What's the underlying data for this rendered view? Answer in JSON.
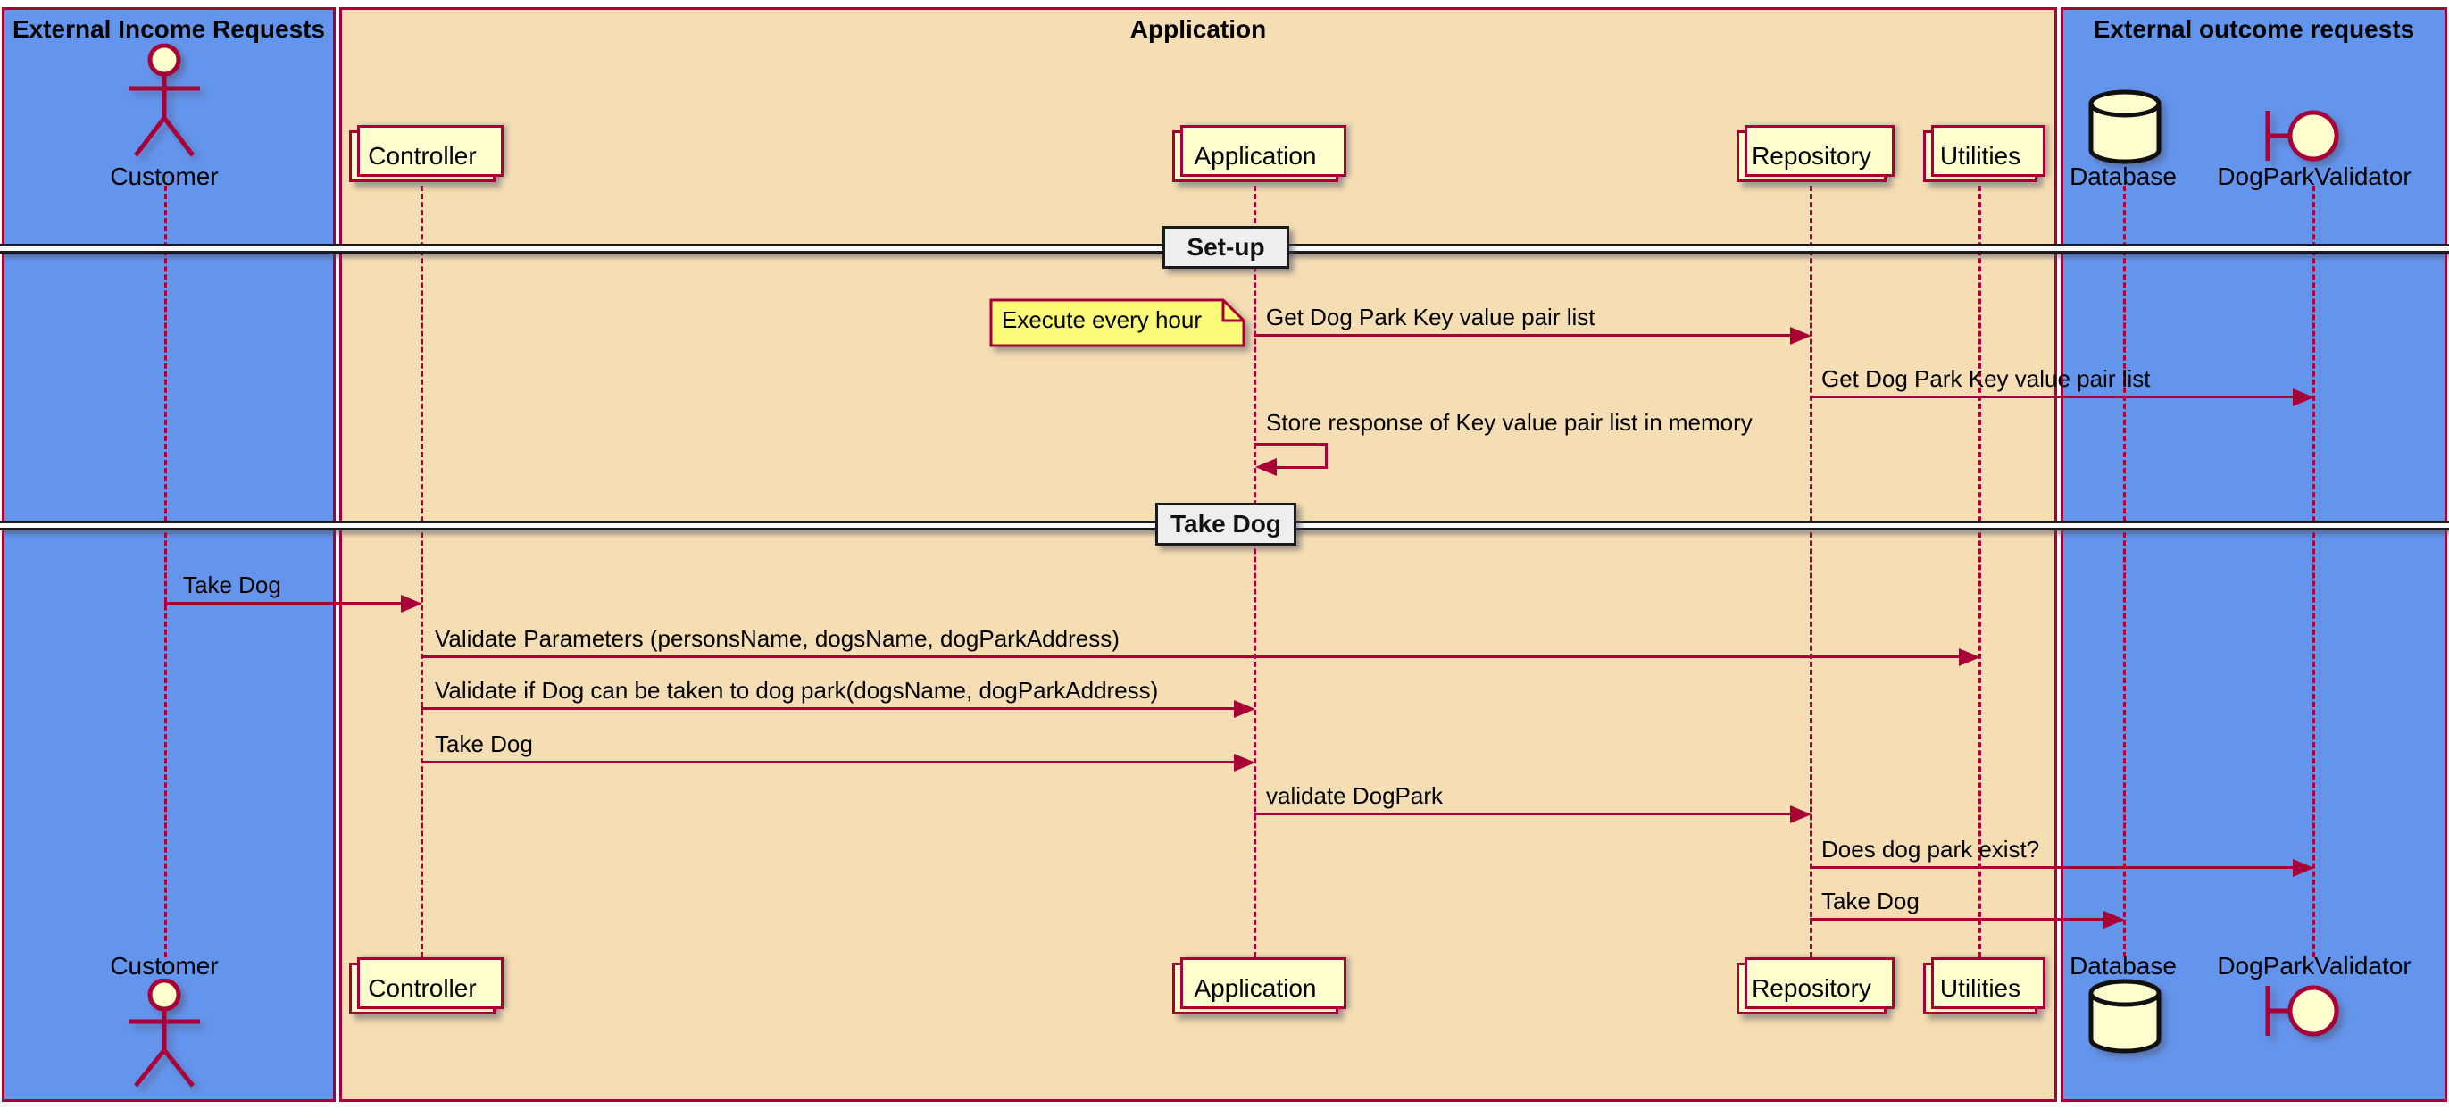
{
  "boxes": {
    "left": {
      "title": "External Income Requests"
    },
    "middle": {
      "title": "Application"
    },
    "right": {
      "title": "External outcome requests"
    }
  },
  "participants": {
    "customer": {
      "label": "Customer",
      "type": "actor"
    },
    "controller": {
      "label": "Controller",
      "type": "collections"
    },
    "application": {
      "label": "Application",
      "type": "collections"
    },
    "repository": {
      "label": "Repository",
      "type": "collections"
    },
    "utilities": {
      "label": "Utilities",
      "type": "collections"
    },
    "database": {
      "label": "Database",
      "type": "database"
    },
    "dogparkvalidator": {
      "label": "DogParkValidator",
      "type": "boundary"
    }
  },
  "dividers": {
    "setup": {
      "label": "Set-up"
    },
    "takedog": {
      "label": "Take Dog"
    }
  },
  "note": {
    "text": "Execute every hour"
  },
  "messages": [
    {
      "text": "Get Dog Park Key value pair list",
      "from": "Application",
      "to": "Repository"
    },
    {
      "text": "Get Dog Park Key value pair list",
      "from": "Repository",
      "to": "DogParkValidator"
    },
    {
      "text": "Store response of Key value pair list in memory",
      "from": "Application",
      "to": "Application",
      "self": true
    },
    {
      "text": "Take Dog",
      "from": "Customer",
      "to": "Controller"
    },
    {
      "text": "Validate Parameters (personsName, dogsName, dogParkAddress)",
      "from": "Controller",
      "to": "Utilities"
    },
    {
      "text": "Validate if Dog can be taken to dog park(dogsName, dogParkAddress)",
      "from": "Controller",
      "to": "Application"
    },
    {
      "text": "Take Dog",
      "from": "Controller",
      "to": "Application"
    },
    {
      "text": "validate DogPark",
      "from": "Application",
      "to": "Repository"
    },
    {
      "text": "Does dog park exist?",
      "from": "Repository",
      "to": "DogParkValidator"
    },
    {
      "text": "Take Dog",
      "from": "Repository",
      "to": "Database"
    }
  ],
  "colors": {
    "border_crimson": "#A80036",
    "participant_fill": "#FEFECE",
    "box_blue": "#6495ED",
    "box_wheat": "#F5DEB3",
    "note_yellow": "#FBFB77",
    "divider_fill": "#EEEEEE",
    "divider_line": "#1A1A1A"
  }
}
